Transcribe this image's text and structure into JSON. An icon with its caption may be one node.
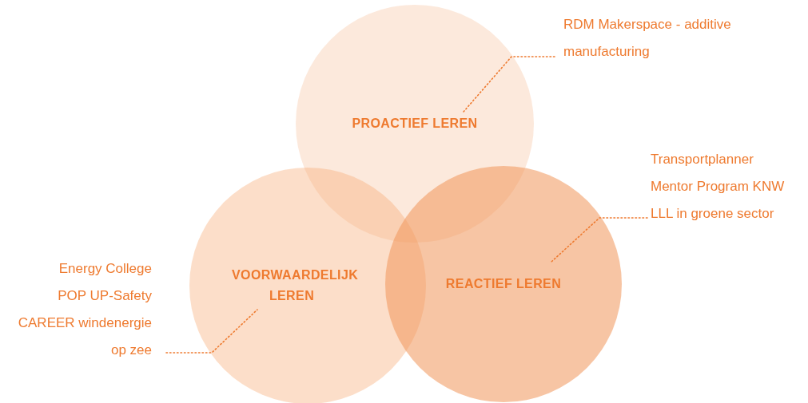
{
  "diagram": {
    "nodes": [
      {
        "text": [
          "PROACTIEF LEREN"
        ]
      },
      {
        "text": [
          "VOORWAARDELIJK LEREN"
        ]
      },
      {
        "text": [
          "REACTIEF LEREN"
        ]
      },
      {
        "text": [
          "RDM Makerspace - additive manufacturing"
        ]
      },
      {
        "text": [
          "Transportplanner",
          "Mentor Program KNW",
          "LLL in groene sector"
        ]
      },
      {
        "text": [
          "Energy College",
          "POP UP-Safety",
          "CAREER windenergie op zee"
        ]
      }
    ],
    "edges": [
      {
        "from": 3,
        "to": 0,
        "arrow": "none",
        "style": "dashed"
      },
      {
        "from": 4,
        "to": 2,
        "arrow": "none",
        "style": "dashed"
      },
      {
        "from": 5,
        "to": 1,
        "arrow": "none",
        "style": "dashed"
      }
    ]
  }
}
